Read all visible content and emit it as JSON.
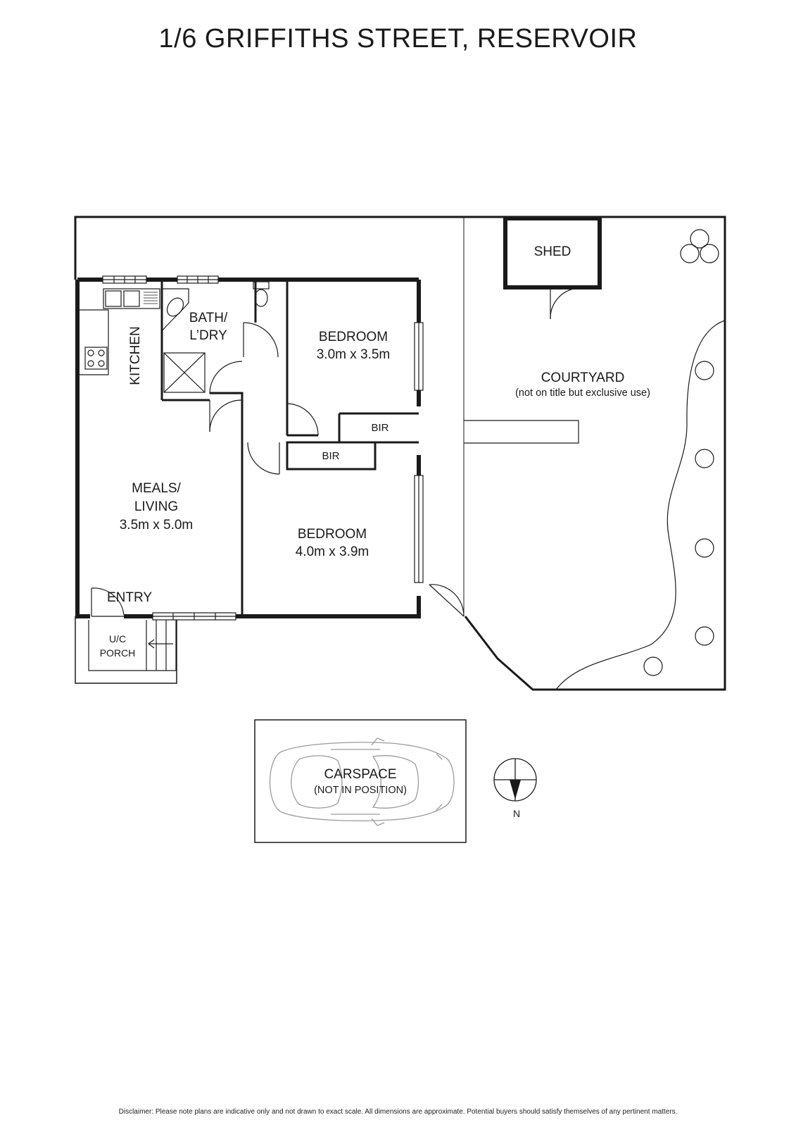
{
  "title": "1/6 GRIFFITHS STREET, RESERVOIR",
  "disclaimer": "Disclaimer: Please note plans are indicative only and not drawn to exact scale. All dimensions are approximate. Potential buyers should satisfy themselves of any pertinent matters.",
  "rooms": {
    "shed": "SHED",
    "bath_l1": "BATH/",
    "bath_l2": "L’DRY",
    "kitchen": "KITCHEN",
    "bedroom1_name": "BEDROOM",
    "bedroom1_size": "3.0m x 3.5m",
    "bedroom2_name": "BEDROOM",
    "bedroom2_size": "4.0m x 3.9m",
    "bir1": "BIR",
    "bir2": "BIR",
    "meals_l1": "MEALS/",
    "meals_l2": "LIVING",
    "meals_size": "3.5m x 5.0m",
    "entry": "ENTRY",
    "porch_l1": "U/C",
    "porch_l2": "PORCH",
    "courtyard": "COURTYARD",
    "courtyard_note": "(not on title but exclusive use)",
    "carspace": "CARSPACE",
    "carspace_note": "(NOT IN POSITION)"
  },
  "compass": {
    "label": "N"
  }
}
